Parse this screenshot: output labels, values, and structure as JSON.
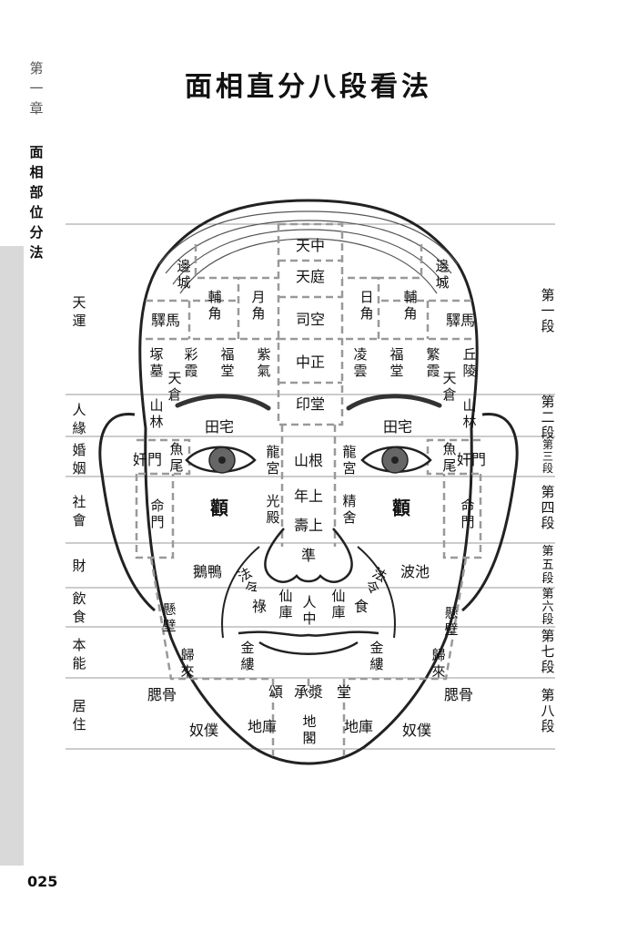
{
  "page": {
    "chapter_vertical": "第一章",
    "section_vertical": "面相部位分法",
    "title": "面相直分八段看法",
    "page_number": "025"
  },
  "left_labels": [
    "天運",
    "人緣",
    "婚姻",
    "社會",
    "財",
    "飲食",
    "本能",
    "居住"
  ],
  "right_labels": [
    "第一段",
    "第二段",
    "第三段",
    "第四段",
    "第五段",
    "第六段",
    "第七段",
    "第八段"
  ],
  "face_labels": {
    "tianzhong": "天中",
    "tianting": "天庭",
    "sikong": "司空",
    "zhongzheng": "中正",
    "yintang": "印堂",
    "shangen": "山根",
    "nianshang": "年上",
    "shoushang": "壽上",
    "zhun": "準",
    "renzhong": "人中",
    "chengjiang": "承漿",
    "dige": "地閣",
    "biancheng": "邊城",
    "yima": "驛馬",
    "fujiao": "輔角",
    "yuejiao": "月角",
    "rijiao": "日角",
    "zhongmu": "塚墓",
    "caixia": "彩霞",
    "fantang": "福堂",
    "ziqi": "紫氣",
    "linyun": "凌雲",
    "fanxia": "繁霞",
    "qiuling": "丘陵",
    "tiancang": "天倉",
    "shanlin": "山林",
    "tianzhai": "田宅",
    "jianmen": "奸門",
    "yuwei": "魚尾",
    "longgong": "龍宮",
    "quan": "顴",
    "guangdian": "光殿",
    "jingshe": "精舍",
    "mingmen": "命門",
    "eya": "鵝鴨",
    "bochi": "波池",
    "falingL": "法令",
    "falingR": "法令",
    "lu": "祿",
    "shi": "食",
    "xianku": "仙庫",
    "xuanbi": "懸壁",
    "jinlou": "金縷",
    "guilai": "歸來",
    "songL": "頌",
    "tangR": "堂",
    "saigu": "腮骨",
    "nupu": "奴僕",
    "diku": "地庫"
  }
}
